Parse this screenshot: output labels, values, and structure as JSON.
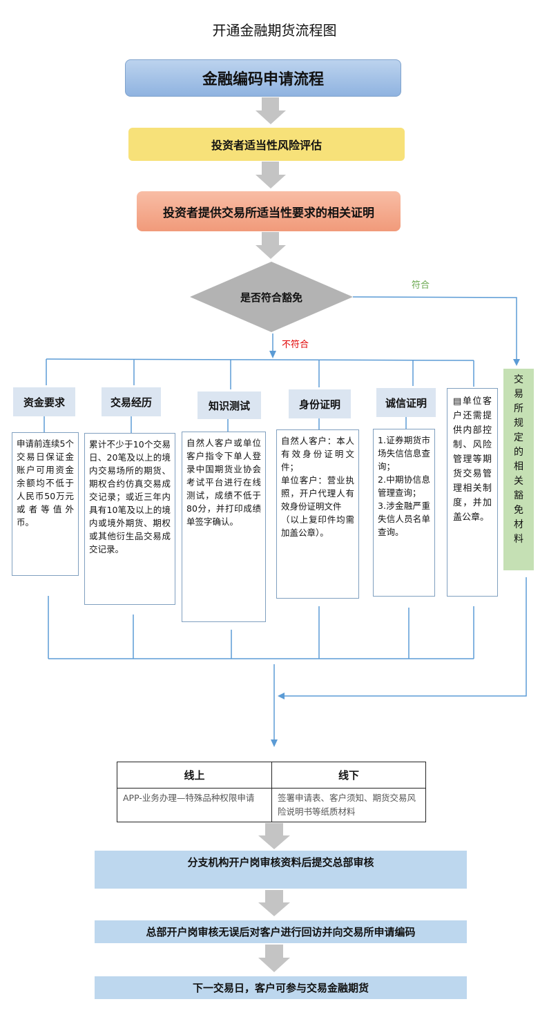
{
  "title": "开通金融期货流程图",
  "flow": {
    "top_box": "金融编码申请流程",
    "risk_box": "投资者适当性风险评估",
    "proof_box": "投资者提供交易所适当性要求的相关证明",
    "decision": "是否符合豁免",
    "yes_label": "符合",
    "no_label": "不符合"
  },
  "requirements": [
    {
      "heading": "资金要求",
      "text": "申请前连续5个交易日保证金账户可用资金余额均不低于人民币50万元或者等值外币。"
    },
    {
      "heading": "交易经历",
      "text": "累计不少于10个交易日、20笔及以上的境内交易场所的期货、期权合约仿真交易成交记录；或近三年内具有10笔及以上的境内或境外期货、期权或其他衍生品交易成交记录。"
    },
    {
      "heading": "知识测试",
      "text": "自然人客户或单位客户指令下单人登录中国期货业协会考试平台进行在线测试，成绩不低于80分，并打印成绩单签字确认。"
    },
    {
      "heading": "身份证明",
      "text": "自然人客户：本人有效身份证明文件；\n单位客户：营业执照，开户代理人有效身份证明文件\n（以上复印件均需加盖公章）。"
    },
    {
      "heading": "诚信证明",
      "text": "1.证券期货市场失信信息查询；\n2.中期协信息管理查询；\n3.涉金融严重失信人员名单查询。"
    }
  ],
  "unit_note": "▤单位客户还需提供内部控制、风险管理等期货交易管理相关制度，并加盖公章。",
  "exemption_box": "交易所规定的相关豁免材料",
  "channels": {
    "online_header": "线上",
    "offline_header": "线下",
    "online_text": "APP-业务办理—特殊品种权限申请",
    "offline_text": "签署申请表、客户须知、期货交易风险说明书等纸质材料"
  },
  "steps": [
    "分支机构开户岗审核资料后提交总部审核",
    "总部开户岗审核无误后对客户进行回访并向交易所申请编码",
    "下一交易日，客户可参与交易金融期货"
  ],
  "colors": {
    "top_box": "#9fbfe6",
    "risk_box": "#f7e179",
    "proof_box": "#f4a98a",
    "decision": "#b3b3b3",
    "exemption": "#c5e0b4",
    "steps": "#bdd7ee",
    "connector": "#5b9bd5"
  }
}
